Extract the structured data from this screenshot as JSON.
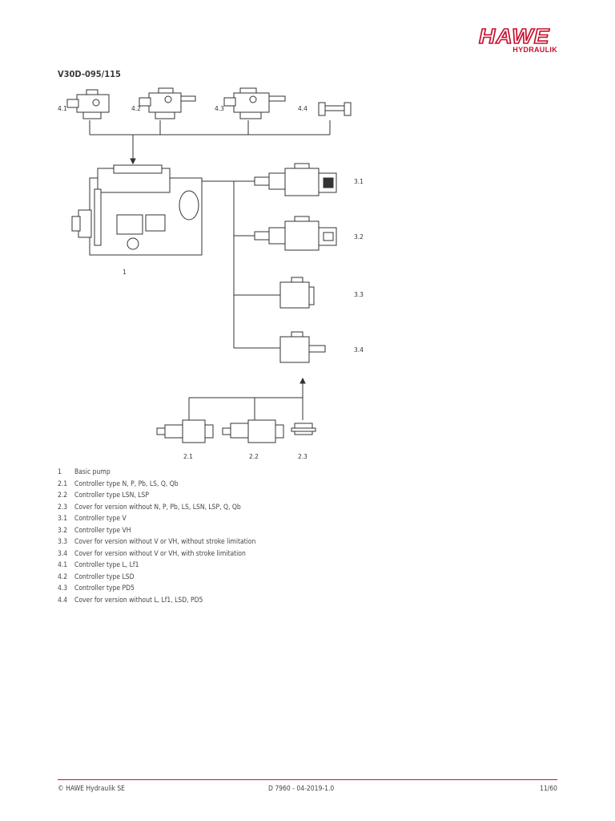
{
  "brand": {
    "name": "HAWE",
    "sub": "HYDRAULIK",
    "color": "#c8102e"
  },
  "title": "V30D-095/115",
  "figure_labels": {
    "l41": "4.1",
    "l42": "4.2",
    "l43": "4.3",
    "l44": "4.4",
    "l1": "1",
    "l31": "3.1",
    "l32": "3.2",
    "l33": "3.3",
    "l34": "3.4",
    "l21": "2.1",
    "l22": "2.2",
    "l23": "2.3"
  },
  "legend": [
    {
      "num": "1",
      "text": "Basic pump"
    },
    {
      "num": "2.1",
      "text": "Controller type N, P, Pb, LS, Q, Qb"
    },
    {
      "num": "2.2",
      "text": "Controller type LSN, LSP"
    },
    {
      "num": "2.3",
      "text": "Cover for version without N, P, Pb, LS, LSN, LSP, Q, Qb"
    },
    {
      "num": "3.1",
      "text": "Controller type V"
    },
    {
      "num": "3.2",
      "text": "Controller type VH"
    },
    {
      "num": "3.3",
      "text": "Cover for version without V or VH, without stroke limitation"
    },
    {
      "num": "3.4",
      "text": "Cover for version without V or VH, with stroke limitation"
    },
    {
      "num": "4.1",
      "text": "Controller type L, Lf1"
    },
    {
      "num": "4.2",
      "text": "Controller type LSD"
    },
    {
      "num": "4.3",
      "text": "Controller type PD5"
    },
    {
      "num": "4.4",
      "text": "Cover for version without L, Lf1, LSD, PD5"
    }
  ],
  "footer": {
    "left": "© HAWE Hydraulik SE",
    "center": "D 7960 - 04-2019-1.0",
    "right": "11/60"
  }
}
